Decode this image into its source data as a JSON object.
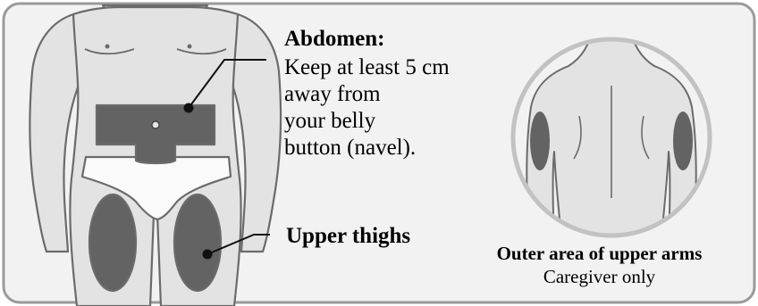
{
  "abdomen": {
    "title": "Abdomen:",
    "lines": [
      "Keep at least 5 cm",
      "away from",
      "your belly",
      "button (navel)."
    ]
  },
  "thighs": {
    "label": "Upper thighs"
  },
  "arms": {
    "label": "Outer area of upper arms",
    "note": "Caregiver only"
  },
  "colors": {
    "frame": "#9a9a9a",
    "frame_fill": "#f2f2f2",
    "skin": "#e3e3e3",
    "outline": "#6b6b6b",
    "injection_area": "#636363",
    "underwear": "#fafafa",
    "leader_line": "#111111"
  }
}
